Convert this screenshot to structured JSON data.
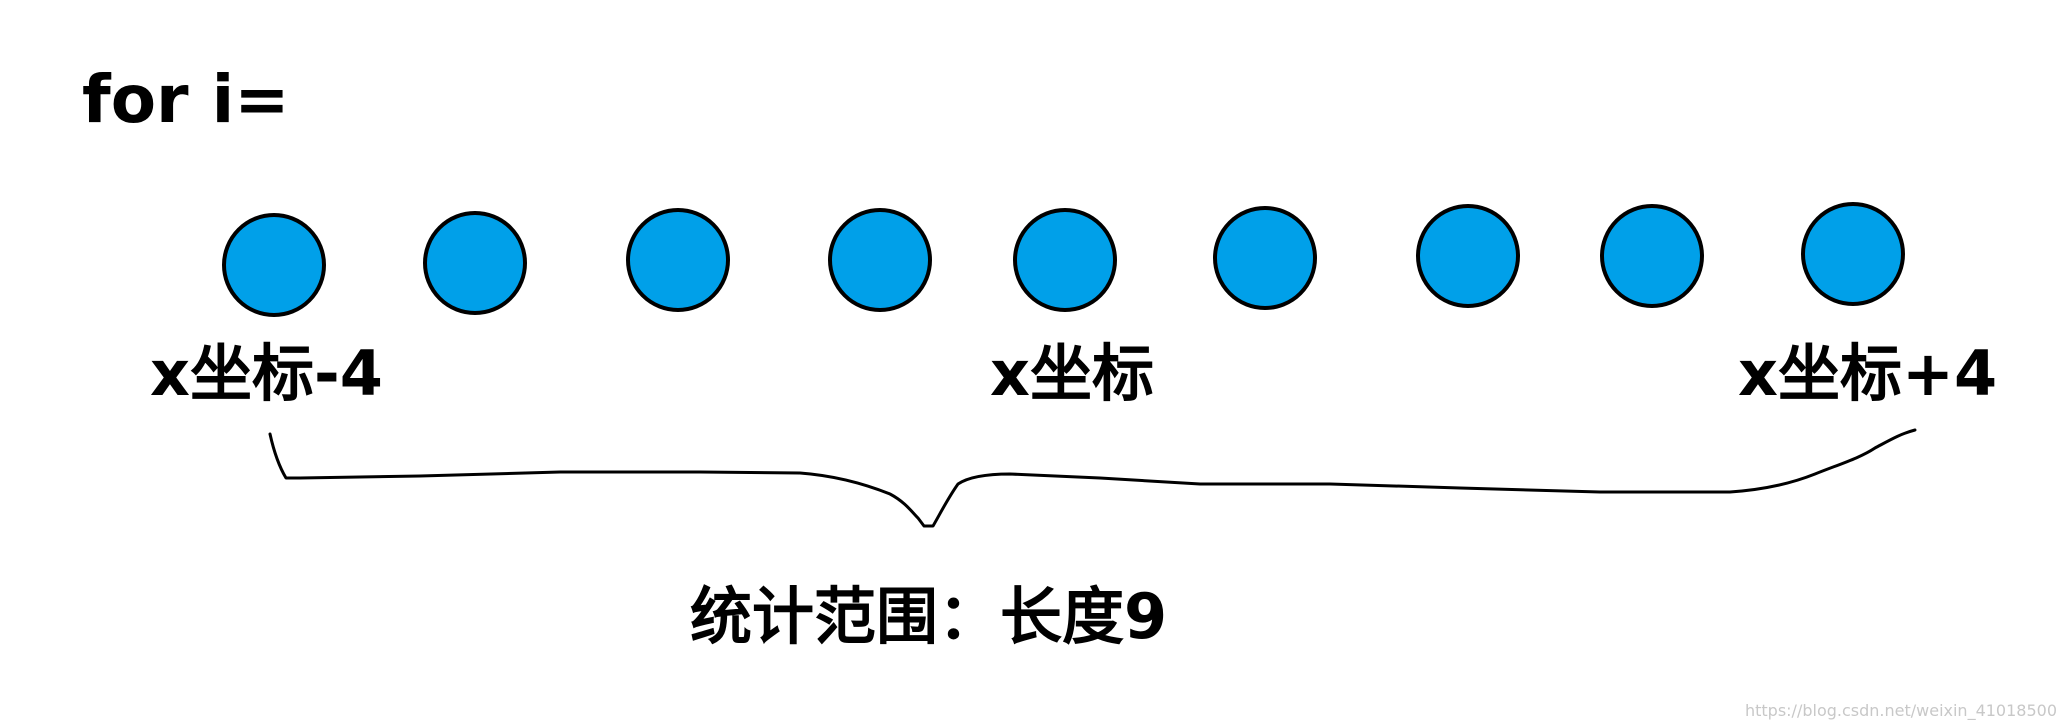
{
  "header": {
    "code_text": "for i="
  },
  "points": {
    "count": 9,
    "fill_color": "#00a0e9",
    "stroke_color": "#000000"
  },
  "labels": {
    "left": "x坐标-4",
    "center": "x坐标",
    "right": "x坐标+4"
  },
  "range": {
    "caption": "统计范围：长度9"
  },
  "watermark": {
    "text": "https://blog.csdn.net/weixin_41018500"
  }
}
